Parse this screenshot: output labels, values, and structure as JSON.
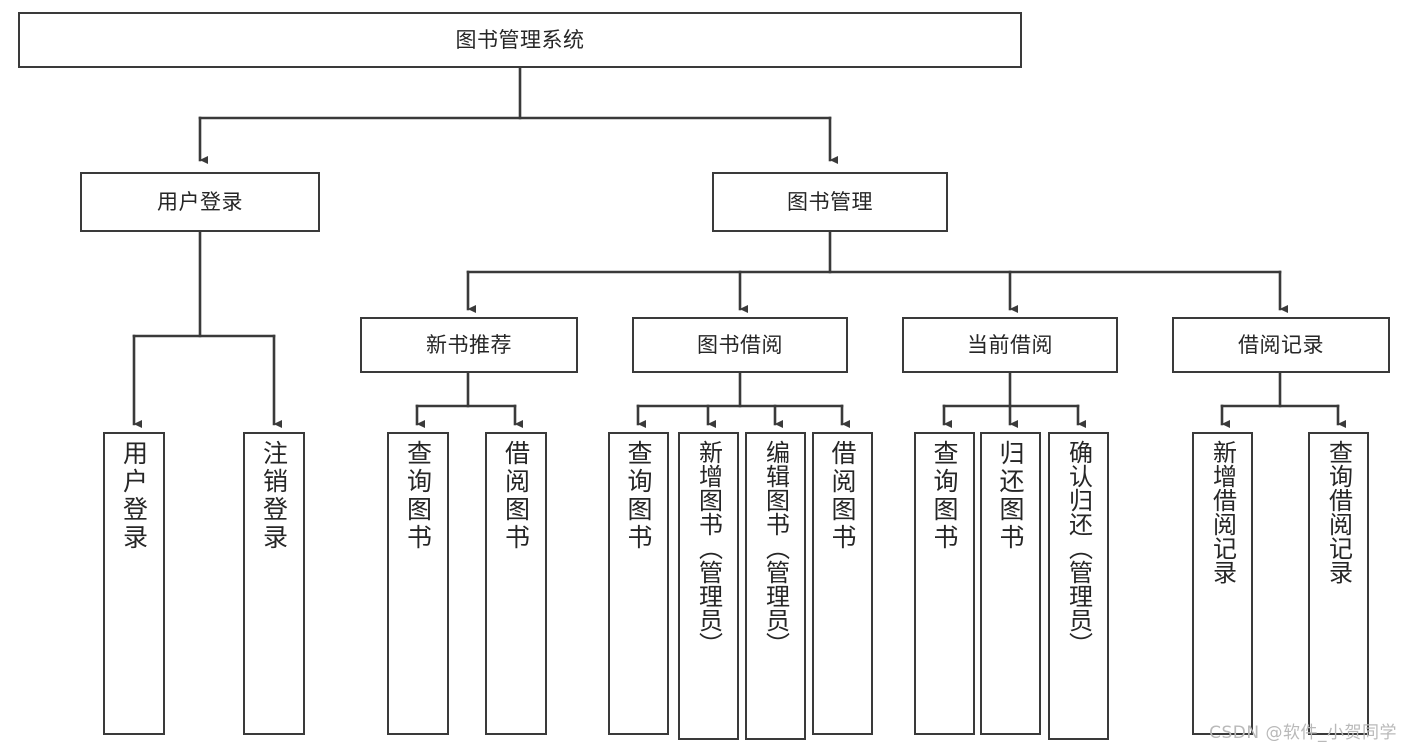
{
  "diagram": {
    "title": "图书管理系统",
    "type": "hierarchy-tree",
    "colors": {
      "stroke": "#3a3a3a",
      "fill": "#ffffff",
      "text": "#262626",
      "watermark": "#b9b9b9"
    },
    "levels": {
      "root": {
        "label": "图书管理系统"
      },
      "level2": [
        {
          "label": "用户登录"
        },
        {
          "label": "图书管理"
        }
      ],
      "level3": [
        {
          "label": "新书推荐"
        },
        {
          "label": "图书借阅"
        },
        {
          "label": "当前借阅"
        },
        {
          "label": "借阅记录"
        }
      ]
    },
    "leaves": {
      "user_login": [
        {
          "label": "用户登录"
        },
        {
          "label": "注销登录"
        }
      ],
      "new_book_recommend": [
        {
          "label": "查询图书"
        },
        {
          "label": "借阅图书"
        }
      ],
      "book_borrow": [
        {
          "label": "查询图书"
        },
        {
          "label": "新增图书（管理员）"
        },
        {
          "label": "编辑图书（管理员）"
        },
        {
          "label": "借阅图书"
        }
      ],
      "current_borrow": [
        {
          "label": "查询图书"
        },
        {
          "label": "归还图书"
        },
        {
          "label": "确认归还（管理员）"
        }
      ],
      "borrow_record": [
        {
          "label": "新增借阅记录"
        },
        {
          "label": "查询借阅记录"
        }
      ]
    },
    "watermark": "CSDN @软件_小贺同学"
  }
}
